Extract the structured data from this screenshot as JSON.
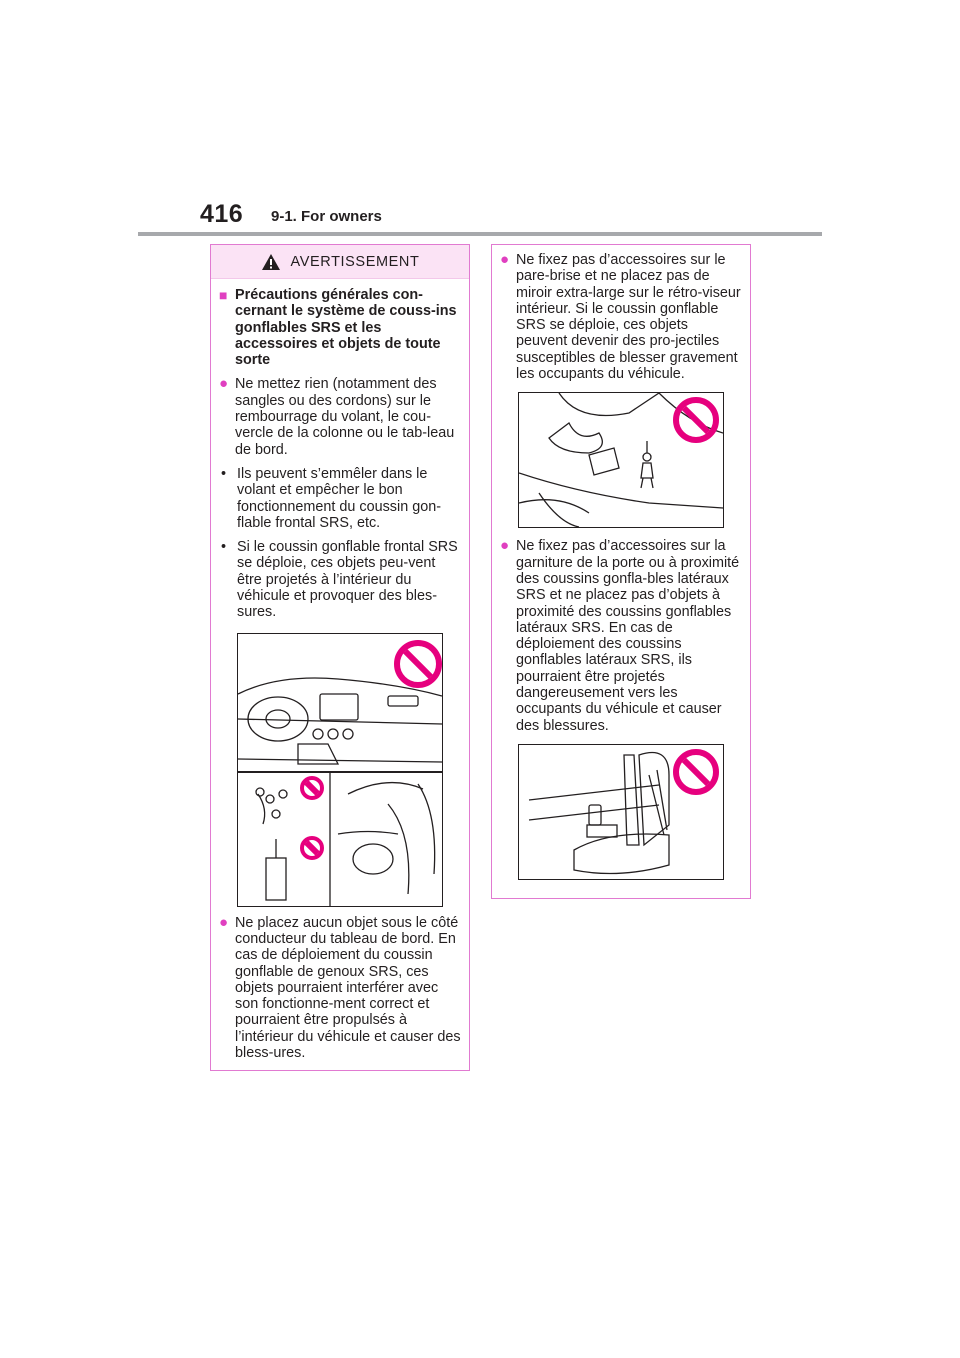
{
  "header": {
    "page_number": "416",
    "section": "9-1. For owners"
  },
  "warning": {
    "icon": "warning-triangle-icon",
    "title": "AVERTISSEMENT",
    "heading": "Précautions générales con-cernant le système de couss-ins gonflables SRS et les accessoires et objets de toute sorte",
    "items": [
      "Ne mettez rien (notamment des sangles ou des cordons) sur le rembourrage du volant, le cou-vercle de la colonne ou le tab-leau de bord.",
      "Ils peuvent s’emmêler dans le volant et empêcher le bon fonctionnement du coussin gon-flable frontal SRS, etc.",
      "Si le coussin gonflable frontal SRS se déploie, ces objets peu-vent être projetés à l’intérieur du véhicule et provoquer des bles-sures.",
      "Ne placez aucun objet sous le côté conducteur du tableau de bord. En cas de déploiement du coussin gonflable de genoux SRS, ces objets pourraient interférer avec son fonctionne-ment correct et pourraient être propulsés à l’intérieur du véhicule et causer des bless-ures."
    ]
  },
  "right": {
    "items": [
      "Ne fixez pas d’accessoires sur le pare-brise et ne placez pas de miroir extra-large sur le rétro-viseur intérieur. Si le coussin gonflable SRS se déploie, ces objets peuvent devenir des pro-jectiles susceptibles de blesser gravement les occupants du véhicule.",
      "Ne fixez pas d’accessoires sur la garniture de la porte ou à proximité des coussins gonfla-bles latéraux SRS et ne placez pas d’objets à proximité des coussins gonflables latéraux SRS. En cas de déploiement des coussins gonflables latéraux SRS, ils pourraient être projetés dangereusement vers les occupants du véhicule et causer des blessures."
    ]
  },
  "colors": {
    "accent": "#e6007e",
    "box_border": "#e17ad1",
    "warning_band": "#fbe3f5",
    "rule": "#a7a9ac"
  }
}
